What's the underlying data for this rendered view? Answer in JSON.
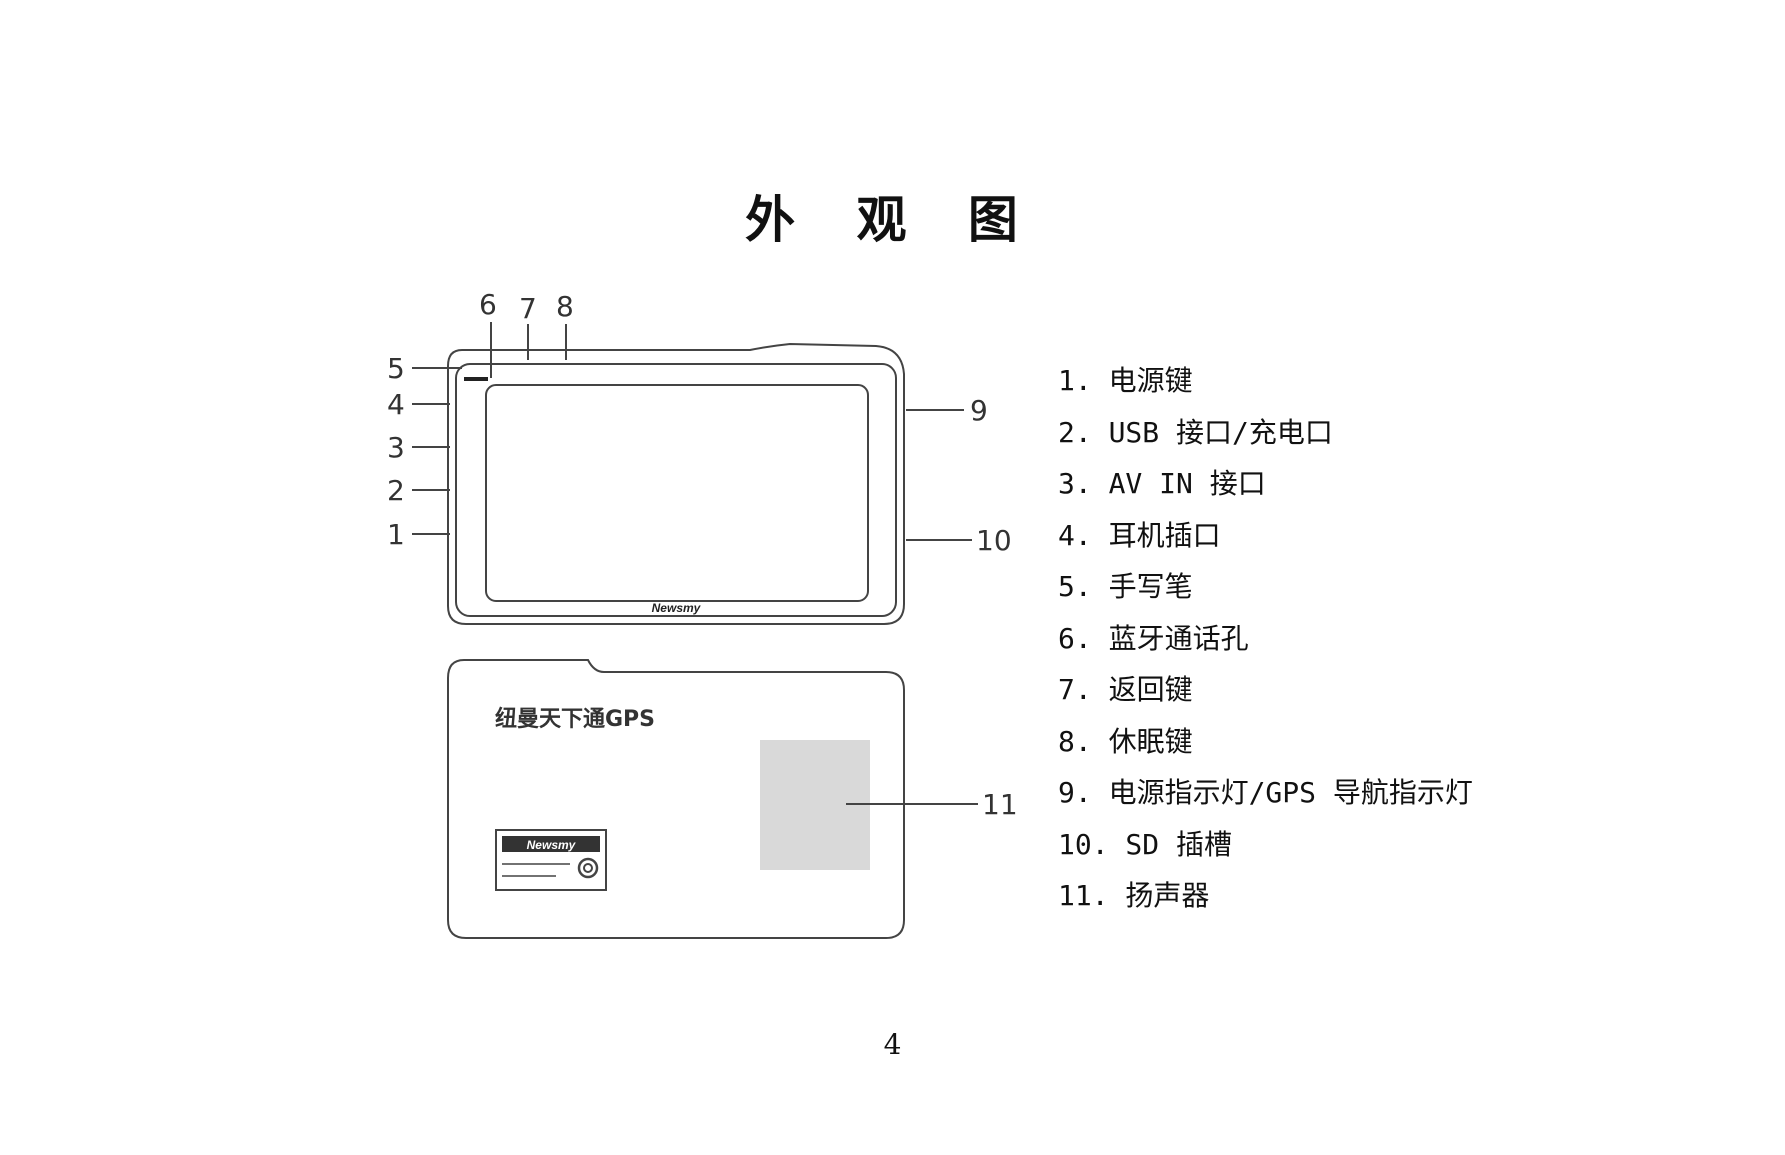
{
  "page": {
    "title": "外 观 图",
    "page_number": "4"
  },
  "diagram": {
    "callouts": [
      "1",
      "2",
      "3",
      "4",
      "5",
      "6",
      "7",
      "8",
      "9",
      "10",
      "11"
    ],
    "front_brand": "Newsmy",
    "back_logo": "纽曼天下通GPS",
    "label_brand": "Newsmy",
    "colors": {
      "line": "#444444",
      "speaker": "#d9d9d9"
    }
  },
  "legend": [
    "1. 电源键",
    "2. USB 接口/充电口",
    "3. AV  IN  接口",
    "4. 耳机插口",
    "5. 手写笔",
    "6. 蓝牙通话孔",
    "7. 返回键",
    "8. 休眠键",
    "9. 电源指示灯/GPS 导航指示灯",
    "10. SD 插槽",
    "11. 扬声器"
  ]
}
